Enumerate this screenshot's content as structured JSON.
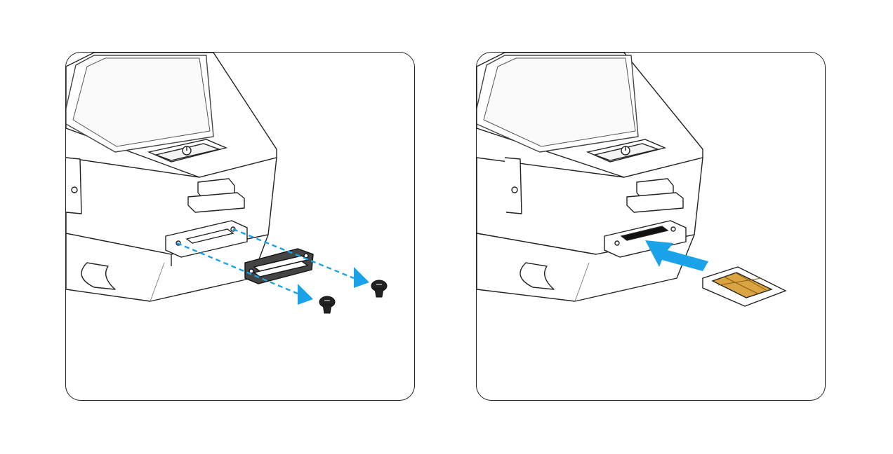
{
  "panels": [
    {
      "id": "remove-cover",
      "steps": [
        "remove-screws",
        "remove-sim-cover"
      ],
      "icons": [
        "device-body",
        "power-button-icon",
        "sim-cover",
        "screw-icon",
        "screw-icon"
      ]
    },
    {
      "id": "insert-sim",
      "steps": [
        "insert-sim-card"
      ],
      "icons": [
        "device-body",
        "power-button-icon",
        "sim-slot",
        "arrow-right-icon",
        "sim-card-icon"
      ]
    }
  ],
  "colors": {
    "outline": "#222222",
    "accent_blue": "#1aa3e8",
    "sim_gold": "#d9a441",
    "device_fill": "#ffffff",
    "shadow_fill": "#e9ecef"
  }
}
